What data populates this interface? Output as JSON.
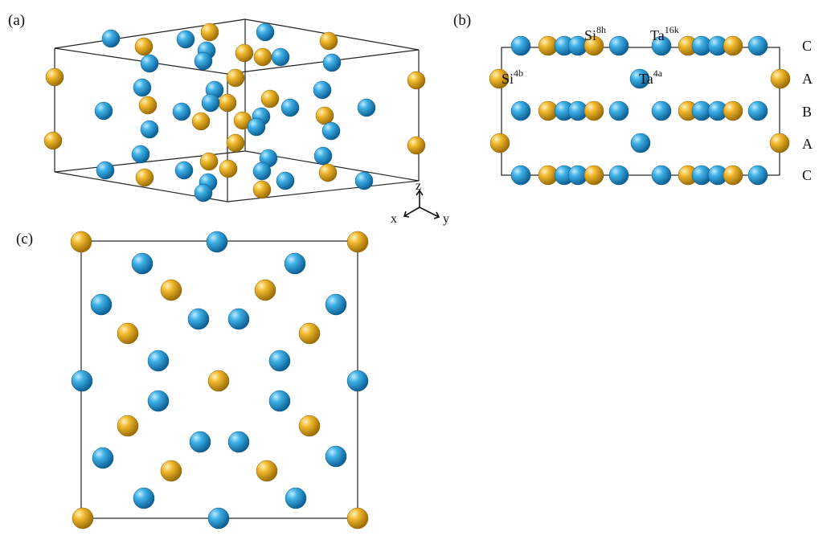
{
  "colors": {
    "ta": "#1e9bd7",
    "si": "#e8ac1c",
    "line": "#222222",
    "background": "#ffffff"
  },
  "panels": {
    "a": {
      "label": "(a)"
    },
    "b": {
      "label": "(b)"
    },
    "c": {
      "label": "(c)"
    }
  },
  "axes": {
    "x": "x",
    "y": "y",
    "z": "z"
  },
  "site_labels": {
    "si_8h": {
      "element": "Si",
      "site": "8h"
    },
    "ta_16k": {
      "element": "Ta",
      "site": "16k"
    },
    "si_4b": {
      "element": "Si",
      "site": "4b"
    },
    "ta_4a": {
      "element": "Ta",
      "site": "4a"
    }
  },
  "layers": [
    "C",
    "A",
    "B",
    "A",
    "C"
  ]
}
